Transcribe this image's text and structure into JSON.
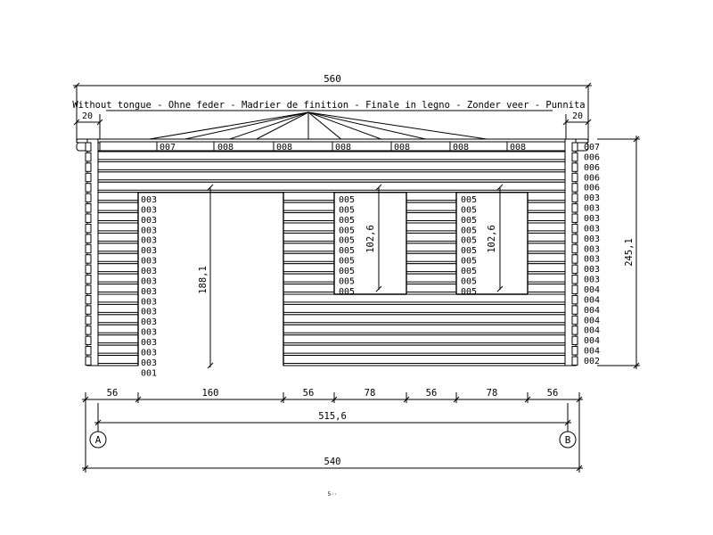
{
  "title_note": "Without tongue - Ohne feder - Madrier de finition - Finale in legno - Zonder veer - Punnita",
  "dimensions": {
    "overall_width": "560",
    "left_overhang": "20",
    "right_overhang": "20",
    "total_height": "245,1",
    "door_height": "188,1",
    "window_height_1": "102,6",
    "window_height_2": "102,6",
    "segments": [
      "56",
      "160",
      "56",
      "78",
      "56",
      "78",
      "56"
    ],
    "axis_span": "515,6",
    "base_width": "540"
  },
  "axes": {
    "left": "A",
    "right": "B"
  },
  "top_codes": [
    "007",
    "008",
    "008",
    "008",
    "008",
    "008",
    "008"
  ],
  "right_codes": [
    "007",
    "006",
    "006",
    "006",
    "006",
    "003",
    "003",
    "003",
    "003",
    "003",
    "003",
    "003",
    "003",
    "003",
    "004",
    "004",
    "004",
    "004",
    "004",
    "004",
    "004",
    "002"
  ],
  "left_codes": [
    "003",
    "003",
    "003",
    "003",
    "003",
    "003",
    "003",
    "003",
    "003",
    "003",
    "003",
    "003",
    "003",
    "003",
    "003",
    "003",
    "003",
    "001"
  ],
  "window1_codes": [
    "005",
    "005",
    "005",
    "005",
    "005",
    "005",
    "005",
    "005",
    "005",
    "005"
  ],
  "window2_codes": [
    "005",
    "005",
    "005",
    "005",
    "005",
    "005",
    "005",
    "005",
    "005",
    "005"
  ],
  "footer_text": "5··"
}
